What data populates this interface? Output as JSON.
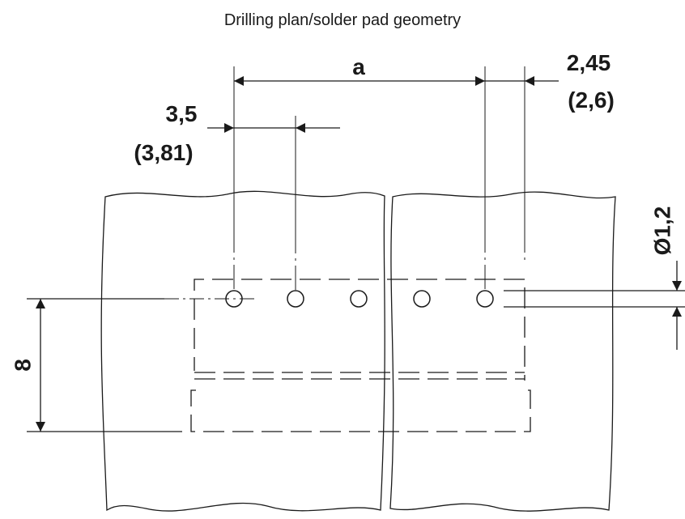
{
  "title": "Drilling plan/solder pad geometry",
  "labels": {
    "pitch_a": "a",
    "pitch_main": "3,5",
    "pitch_alt": "(3,81)",
    "edge_main": "2,45",
    "edge_alt": "(2,6)",
    "hole_diameter": "Ø1,2",
    "height": "8"
  },
  "drawing": {
    "hole_count": 5,
    "line_color": "#1a1a1a"
  }
}
